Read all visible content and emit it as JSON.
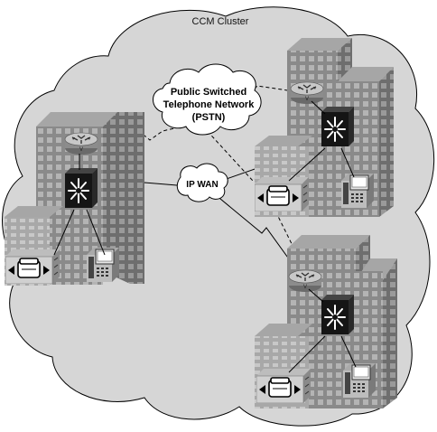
{
  "diagram": {
    "cluster_label": "CCM Cluster",
    "pstn_label_lines": [
      "Public Switched",
      "Telephone Network",
      "(PSTN)"
    ],
    "wan_label": "IP WAN",
    "sites": [
      {
        "id": "site-left",
        "icons": [
          "router-icon",
          "switch-icon",
          "ip-phone-icon",
          "conference-phone-icon"
        ]
      },
      {
        "id": "site-top-right",
        "icons": [
          "router-icon",
          "switch-icon",
          "ip-phone-icon",
          "conference-phone-icon"
        ]
      },
      {
        "id": "site-bottom-right",
        "icons": [
          "router-icon",
          "switch-icon",
          "ip-phone-icon",
          "conference-phone-icon"
        ]
      }
    ],
    "colors": {
      "cloud_fill": "#d8d8d8",
      "cloud_stroke": "#000000",
      "building_front": "#8c8c8c",
      "building_dark": "#6a6a6a",
      "window": "#b0b0b0",
      "switch_fill": "#1a1a1a"
    }
  }
}
